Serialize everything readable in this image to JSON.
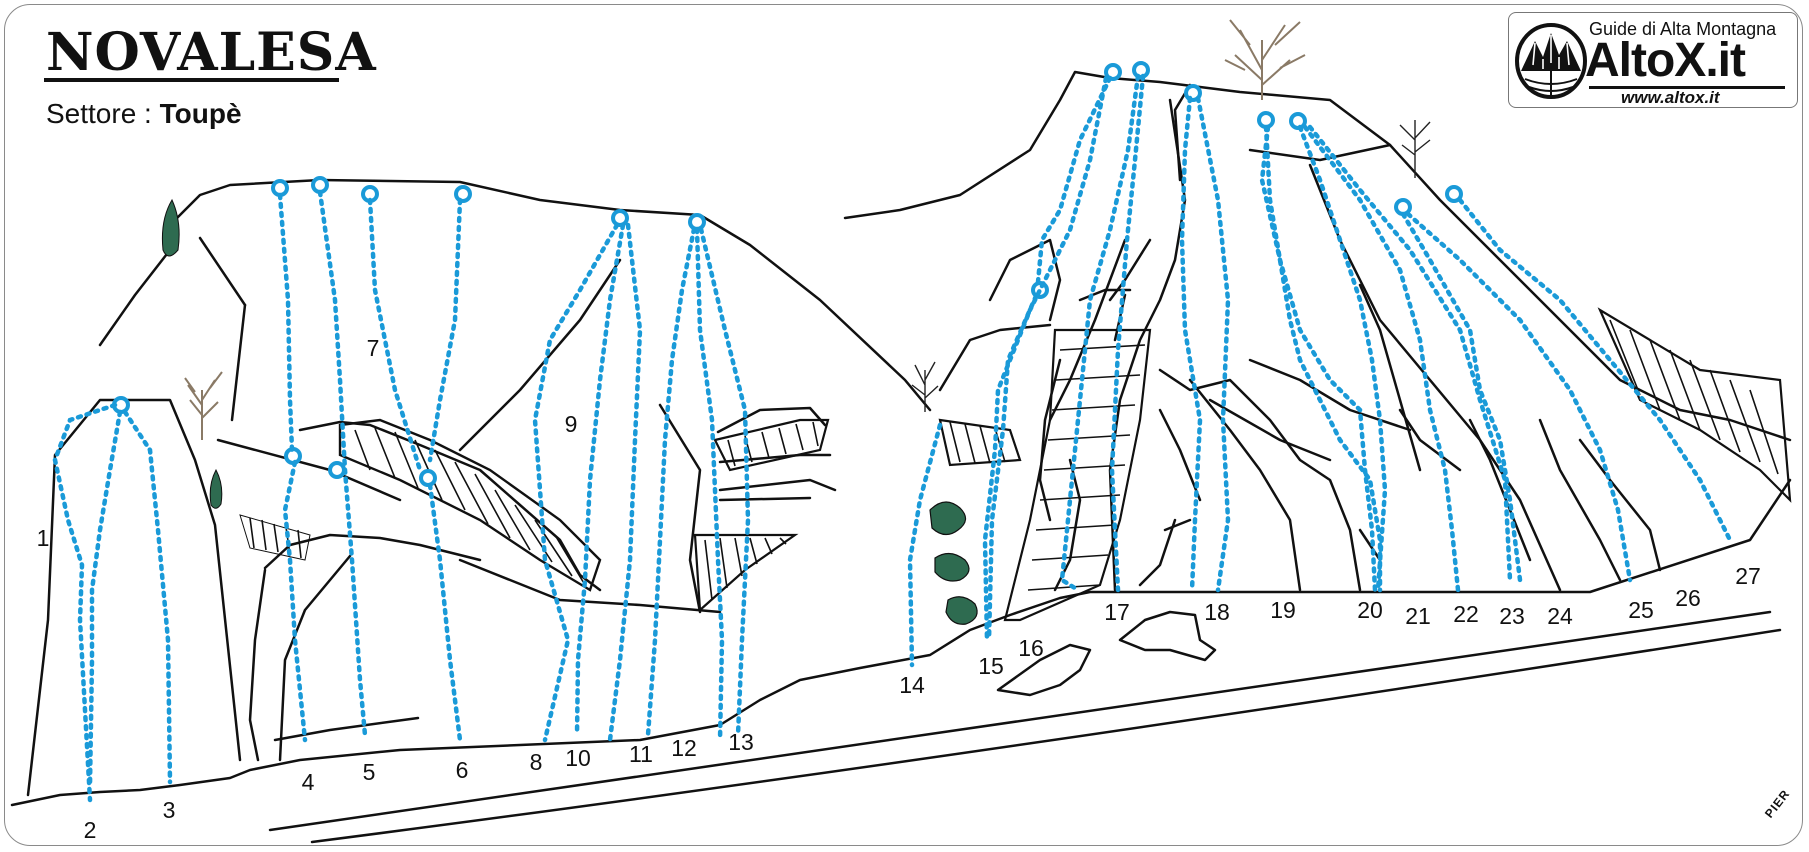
{
  "header": {
    "title": "NOVALESA",
    "sector_label": "Settore :",
    "sector_name": "Toupè"
  },
  "logo": {
    "tagline": "Guide di Alta Montagna",
    "brand": "AltoX.it",
    "url": "www.altox.it",
    "emblem_icon": "mountain-globe-icon"
  },
  "signature": "PIER",
  "colors": {
    "route": "#1a9ad8",
    "rock_line": "#111111",
    "vegetation": "#2e6b50"
  },
  "sector_labels": [
    "7",
    "9"
  ],
  "routes": [
    {
      "number": "1"
    },
    {
      "number": "2"
    },
    {
      "number": "3"
    },
    {
      "number": "4"
    },
    {
      "number": "5"
    },
    {
      "number": "6"
    },
    {
      "number": "8"
    },
    {
      "number": "10"
    },
    {
      "number": "11"
    },
    {
      "number": "12"
    },
    {
      "number": "13"
    },
    {
      "number": "14"
    },
    {
      "number": "15"
    },
    {
      "number": "16"
    },
    {
      "number": "17"
    },
    {
      "number": "18"
    },
    {
      "number": "19"
    },
    {
      "number": "20"
    },
    {
      "number": "21"
    },
    {
      "number": "22"
    },
    {
      "number": "23"
    },
    {
      "number": "24"
    },
    {
      "number": "25"
    },
    {
      "number": "26"
    },
    {
      "number": "27"
    }
  ]
}
